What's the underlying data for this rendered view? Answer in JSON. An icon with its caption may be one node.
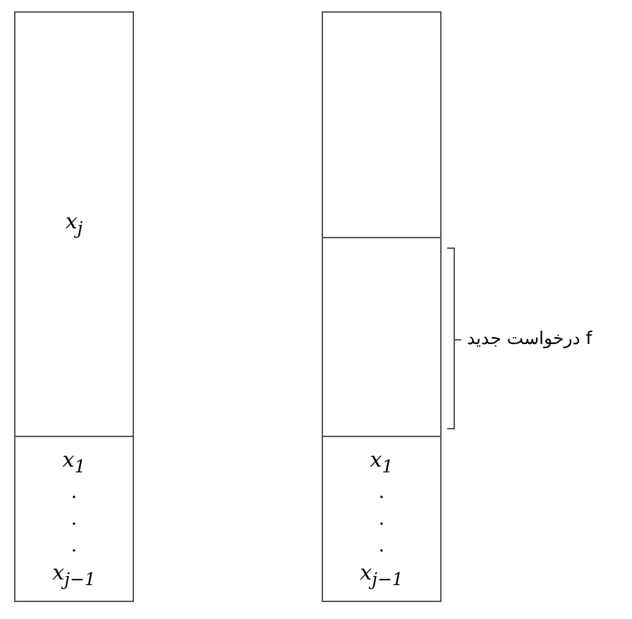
{
  "diagram": {
    "nodes": [
      {
        "text": [
          "x$_{j}$"
        ]
      },
      {
        "text": [
          "x$_{1}$",
          ".",
          ".",
          ".",
          "x$_{j−1}$"
        ]
      },
      {
        "text": [],
        "shape": "box"
      },
      {
        "text": [],
        "shape": "box",
        "beside": [
          "درخواست جدید f"
        ]
      },
      {
        "text": [
          "x$_{1}$",
          ".",
          ".",
          ".",
          "x$_{j−1}$"
        ]
      }
    ]
  }
}
